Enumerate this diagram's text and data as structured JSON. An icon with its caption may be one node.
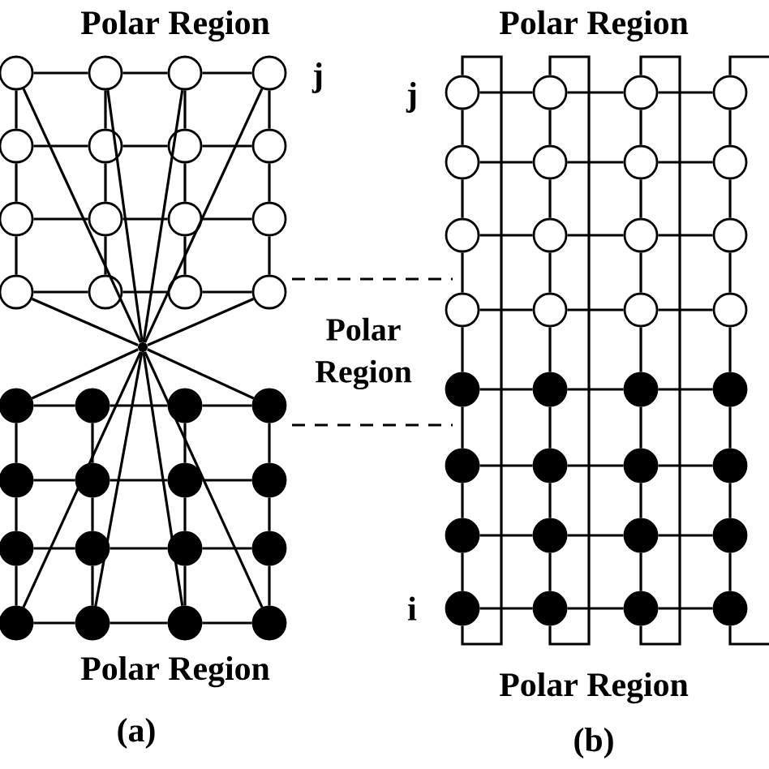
{
  "diagram": {
    "nodes": [
      {
        "text": [],
        "shape": "circle"
      },
      {
        "text": [],
        "shape": "circle"
      },
      {
        "text": [],
        "shape": "circle"
      },
      {
        "text": [],
        "shape": "circle"
      },
      {
        "text": [],
        "shape": "circle"
      },
      {
        "text": [],
        "shape": "circle"
      },
      {
        "text": [],
        "shape": "circle"
      },
      {
        "text": [],
        "shape": "circle"
      },
      {
        "text": [],
        "shape": "circle"
      },
      {
        "text": [],
        "shape": "circle"
      },
      {
        "text": [],
        "shape": "circle"
      },
      {
        "text": [],
        "shape": "circle"
      },
      {
        "text": [],
        "shape": "circle"
      },
      {
        "text": [],
        "shape": "circle"
      },
      {
        "text": [],
        "shape": "circle"
      },
      {
        "text": [],
        "shape": "circle"
      },
      {
        "text": [],
        "shape": "dot"
      },
      {
        "text": [],
        "shape": "dot"
      },
      {
        "text": [],
        "shape": "dot"
      },
      {
        "text": [],
        "shape": "dot"
      },
      {
        "text": [],
        "shape": "dot"
      },
      {
        "text": [],
        "shape": "dot"
      },
      {
        "text": [],
        "shape": "dot"
      },
      {
        "text": [],
        "shape": "dot"
      },
      {
        "text": [],
        "shape": "dot"
      },
      {
        "text": [],
        "shape": "dot"
      },
      {
        "text": [],
        "shape": "dot"
      },
      {
        "text": [],
        "shape": "dot"
      },
      {
        "text": [],
        "shape": "dot"
      },
      {
        "text": [],
        "shape": "dot"
      },
      {
        "text": [],
        "shape": "dot"
      },
      {
        "text": [],
        "shape": "dot"
      },
      {
        "text": [],
        "shape": "circle"
      },
      {
        "text": [],
        "shape": "circle"
      },
      {
        "text": [],
        "shape": "circle"
      },
      {
        "text": [],
        "shape": "circle"
      },
      {
        "text": [],
        "shape": "circle"
      },
      {
        "text": [],
        "shape": "circle"
      },
      {
        "text": [],
        "shape": "circle"
      },
      {
        "text": [],
        "shape": "circle"
      },
      {
        "text": [],
        "shape": "circle"
      },
      {
        "text": [],
        "shape": "circle"
      },
      {
        "text": [],
        "shape": "circle"
      },
      {
        "text": [],
        "shape": "circle"
      },
      {
        "text": [],
        "shape": "circle"
      },
      {
        "text": [],
        "shape": "circle"
      },
      {
        "text": [],
        "shape": "circle"
      },
      {
        "text": [],
        "shape": "circle"
      },
      {
        "text": [],
        "shape": "dot"
      },
      {
        "text": [],
        "shape": "dot"
      },
      {
        "text": [],
        "shape": "dot"
      },
      {
        "text": [],
        "shape": "dot"
      },
      {
        "text": [],
        "shape": "dot"
      },
      {
        "text": [],
        "shape": "dot"
      },
      {
        "text": [],
        "shape": "dot"
      },
      {
        "text": [],
        "shape": "dot"
      },
      {
        "text": [],
        "shape": "dot"
      },
      {
        "text": [],
        "shape": "dot"
      },
      {
        "text": [],
        "shape": "dot"
      },
      {
        "text": [],
        "shape": "dot"
      },
      {
        "text": [],
        "shape": "dot"
      },
      {
        "text": [],
        "shape": "dot"
      },
      {
        "text": [],
        "shape": "dot"
      },
      {
        "text": [],
        "shape": "dot"
      },
      {
        "text": [],
        "shape": "point"
      }
    ],
    "edges": [
      {
        "from": 0,
        "to": 1,
        "arrow": "none"
      },
      {
        "from": 1,
        "to": 2,
        "arrow": "none"
      },
      {
        "from": 2,
        "to": 3,
        "arrow": "none"
      },
      {
        "from": 4,
        "to": 5,
        "arrow": "none"
      },
      {
        "from": 5,
        "to": 6,
        "arrow": "none"
      },
      {
        "from": 6,
        "to": 7,
        "arrow": "none"
      },
      {
        "from": 8,
        "to": 9,
        "arrow": "none"
      },
      {
        "from": 9,
        "to": 10,
        "arrow": "none"
      },
      {
        "from": 10,
        "to": 11,
        "arrow": "none"
      },
      {
        "from": 12,
        "to": 13,
        "arrow": "none"
      },
      {
        "from": 13,
        "to": 14,
        "arrow": "none"
      },
      {
        "from": 14,
        "to": 15,
        "arrow": "none"
      },
      {
        "from": 16,
        "to": 17,
        "arrow": "none"
      },
      {
        "from": 17,
        "to": 18,
        "arrow": "none"
      },
      {
        "from": 18,
        "to": 19,
        "arrow": "none"
      },
      {
        "from": 20,
        "to": 21,
        "arrow": "none"
      },
      {
        "from": 21,
        "to": 22,
        "arrow": "none"
      },
      {
        "from": 22,
        "to": 23,
        "arrow": "none"
      },
      {
        "from": 24,
        "to": 25,
        "arrow": "none"
      },
      {
        "from": 25,
        "to": 26,
        "arrow": "none"
      },
      {
        "from": 26,
        "to": 27,
        "arrow": "none"
      },
      {
        "from": 28,
        "to": 29,
        "arrow": "none"
      },
      {
        "from": 29,
        "to": 30,
        "arrow": "none"
      },
      {
        "from": 30,
        "to": 31,
        "arrow": "none"
      },
      {
        "from": 0,
        "to": 4,
        "arrow": "none"
      },
      {
        "from": 4,
        "to": 8,
        "arrow": "none"
      },
      {
        "from": 8,
        "to": 12,
        "arrow": "none"
      },
      {
        "from": 16,
        "to": 20,
        "arrow": "none"
      },
      {
        "from": 20,
        "to": 24,
        "arrow": "none"
      },
      {
        "from": 24,
        "to": 28,
        "arrow": "none"
      },
      {
        "from": 1,
        "to": 5,
        "arrow": "none"
      },
      {
        "from": 5,
        "to": 9,
        "arrow": "none"
      },
      {
        "from": 9,
        "to": 13,
        "arrow": "none"
      },
      {
        "from": 17,
        "to": 21,
        "arrow": "none"
      },
      {
        "from": 21,
        "to": 25,
        "arrow": "none"
      },
      {
        "from": 25,
        "to": 29,
        "arrow": "none"
      },
      {
        "from": 2,
        "to": 6,
        "arrow": "none"
      },
      {
        "from": 6,
        "to": 10,
        "arrow": "none"
      },
      {
        "from": 10,
        "to": 14,
        "arrow": "none"
      },
      {
        "from": 18,
        "to": 22,
        "arrow": "none"
      },
      {
        "from": 22,
        "to": 26,
        "arrow": "none"
      },
      {
        "from": 26,
        "to": 30,
        "arrow": "none"
      },
      {
        "from": 3,
        "to": 7,
        "arrow": "none"
      },
      {
        "from": 7,
        "to": 11,
        "arrow": "none"
      },
      {
        "from": 11,
        "to": 15,
        "arrow": "none"
      },
      {
        "from": 19,
        "to": 23,
        "arrow": "none"
      },
      {
        "from": 23,
        "to": 27,
        "arrow": "none"
      },
      {
        "from": 27,
        "to": 31,
        "arrow": "none"
      },
      {
        "from": 0,
        "to": 64,
        "arrow": "none"
      },
      {
        "from": 1,
        "to": 64,
        "arrow": "none"
      },
      {
        "from": 2,
        "to": 64,
        "arrow": "none"
      },
      {
        "from": 3,
        "to": 64,
        "arrow": "none"
      },
      {
        "from": 12,
        "to": 64,
        "arrow": "none"
      },
      {
        "from": 15,
        "to": 64,
        "arrow": "none"
      },
      {
        "from": 16,
        "to": 64,
        "arrow": "none"
      },
      {
        "from": 19,
        "to": 64,
        "arrow": "none"
      },
      {
        "from": 28,
        "to": 64,
        "arrow": "none"
      },
      {
        "from": 29,
        "to": 64,
        "arrow": "none"
      },
      {
        "from": 30,
        "to": 64,
        "arrow": "none"
      },
      {
        "from": 31,
        "to": 64,
        "arrow": "none"
      },
      {
        "from": 32,
        "to": 33,
        "arrow": "none"
      },
      {
        "from": 33,
        "to": 34,
        "arrow": "none"
      },
      {
        "from": 34,
        "to": 35,
        "arrow": "none"
      },
      {
        "from": 36,
        "to": 37,
        "arrow": "none"
      },
      {
        "from": 37,
        "to": 38,
        "arrow": "none"
      },
      {
        "from": 38,
        "to": 39,
        "arrow": "none"
      },
      {
        "from": 40,
        "to": 41,
        "arrow": "none"
      },
      {
        "from": 41,
        "to": 42,
        "arrow": "none"
      },
      {
        "from": 42,
        "to": 43,
        "arrow": "none"
      },
      {
        "from": 44,
        "to": 45,
        "arrow": "none"
      },
      {
        "from": 45,
        "to": 46,
        "arrow": "none"
      },
      {
        "from": 46,
        "to": 47,
        "arrow": "none"
      },
      {
        "from": 48,
        "to": 49,
        "arrow": "none"
      },
      {
        "from": 49,
        "to": 50,
        "arrow": "none"
      },
      {
        "from": 50,
        "to": 51,
        "arrow": "none"
      },
      {
        "from": 52,
        "to": 53,
        "arrow": "none"
      },
      {
        "from": 53,
        "to": 54,
        "arrow": "none"
      },
      {
        "from": 54,
        "to": 55,
        "arrow": "none"
      },
      {
        "from": 56,
        "to": 57,
        "arrow": "none"
      },
      {
        "from": 57,
        "to": 58,
        "arrow": "none"
      },
      {
        "from": 58,
        "to": 59,
        "arrow": "none"
      },
      {
        "from": 60,
        "to": 61,
        "arrow": "none"
      },
      {
        "from": 61,
        "to": 62,
        "arrow": "none"
      },
      {
        "from": 62,
        "to": 63,
        "arrow": "none"
      },
      {
        "from": 32,
        "to": 36,
        "arrow": "none"
      },
      {
        "from": 36,
        "to": 40,
        "arrow": "none"
      },
      {
        "from": 40,
        "to": 44,
        "arrow": "none"
      },
      {
        "from": 44,
        "to": 48,
        "arrow": "none"
      },
      {
        "from": 48,
        "to": 52,
        "arrow": "none"
      },
      {
        "from": 52,
        "to": 56,
        "arrow": "none"
      },
      {
        "from": 56,
        "to": 60,
        "arrow": "none"
      },
      {
        "from": 33,
        "to": 37,
        "arrow": "none"
      },
      {
        "from": 37,
        "to": 41,
        "arrow": "none"
      },
      {
        "from": 41,
        "to": 45,
        "arrow": "none"
      },
      {
        "from": 45,
        "to": 49,
        "arrow": "none"
      },
      {
        "from": 49,
        "to": 53,
        "arrow": "none"
      },
      {
        "from": 53,
        "to": 57,
        "arrow": "none"
      },
      {
        "from": 57,
        "to": 61,
        "arrow": "none"
      },
      {
        "from": 34,
        "to": 38,
        "arrow": "none"
      },
      {
        "from": 38,
        "to": 42,
        "arrow": "none"
      },
      {
        "from": 42,
        "to": 46,
        "arrow": "none"
      },
      {
        "from": 46,
        "to": 50,
        "arrow": "none"
      },
      {
        "from": 50,
        "to": 54,
        "arrow": "none"
      },
      {
        "from": 54,
        "to": 58,
        "arrow": "none"
      },
      {
        "from": 58,
        "to": 62,
        "arrow": "none"
      },
      {
        "from": 35,
        "to": 39,
        "arrow": "none"
      },
      {
        "from": 39,
        "to": 43,
        "arrow": "none"
      },
      {
        "from": 43,
        "to": 47,
        "arrow": "none"
      },
      {
        "from": 47,
        "to": 51,
        "arrow": "none"
      },
      {
        "from": 51,
        "to": 55,
        "arrow": "none"
      },
      {
        "from": 55,
        "to": 59,
        "arrow": "none"
      },
      {
        "from": 59,
        "to": 63,
        "arrow": "none"
      },
      {
        "from": 32,
        "to": 60,
        "arrow": "none"
      },
      {
        "from": 33,
        "to": 61,
        "arrow": "none"
      },
      {
        "from": 34,
        "to": 62,
        "arrow": "none"
      },
      {
        "from": 35,
        "to": null,
        "arrow": "none"
      },
      {
        "from": 63,
        "to": null,
        "arrow": "none"
      }
    ],
    "labels": [
      "Polar Region",
      "j",
      "Polar Region",
      "j",
      "Polar Region",
      "i",
      "Polar Region",
      "Polar Region",
      "(a)",
      "(b)"
    ]
  }
}
